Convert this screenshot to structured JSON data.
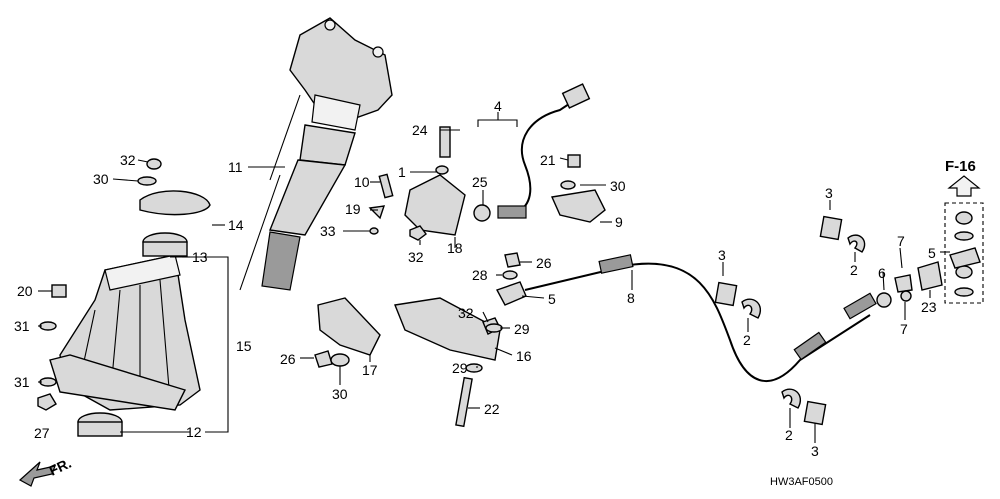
{
  "diagram": {
    "code": "HW3AF0500",
    "front_label": "FR.",
    "ref_label": "F-16"
  },
  "callouts": {
    "c1": "1",
    "c2a": "2",
    "c2b": "2",
    "c2c": "2",
    "c3a": "3",
    "c3b": "3",
    "c3c": "3",
    "c4": "4",
    "c5a": "5",
    "c5b": "5",
    "c6": "6",
    "c7a": "7",
    "c7b": "7",
    "c8": "8",
    "c9": "9",
    "c10": "10",
    "c11": "11",
    "c12": "12",
    "c13": "13",
    "c14": "14",
    "c15": "15",
    "c16": "16",
    "c17": "17",
    "c18": "18",
    "c19": "19",
    "c20": "20",
    "c21": "21",
    "c22": "22",
    "c23": "23",
    "c24": "24",
    "c25": "25",
    "c26a": "26",
    "c26b": "26",
    "c27": "27",
    "c28": "28",
    "c29a": "29",
    "c29b": "29",
    "c30a": "30",
    "c30b": "30",
    "c30c": "30",
    "c31a": "31",
    "c31b": "31",
    "c32a": "32",
    "c32b": "32",
    "c32c": "32",
    "c33": "33"
  }
}
